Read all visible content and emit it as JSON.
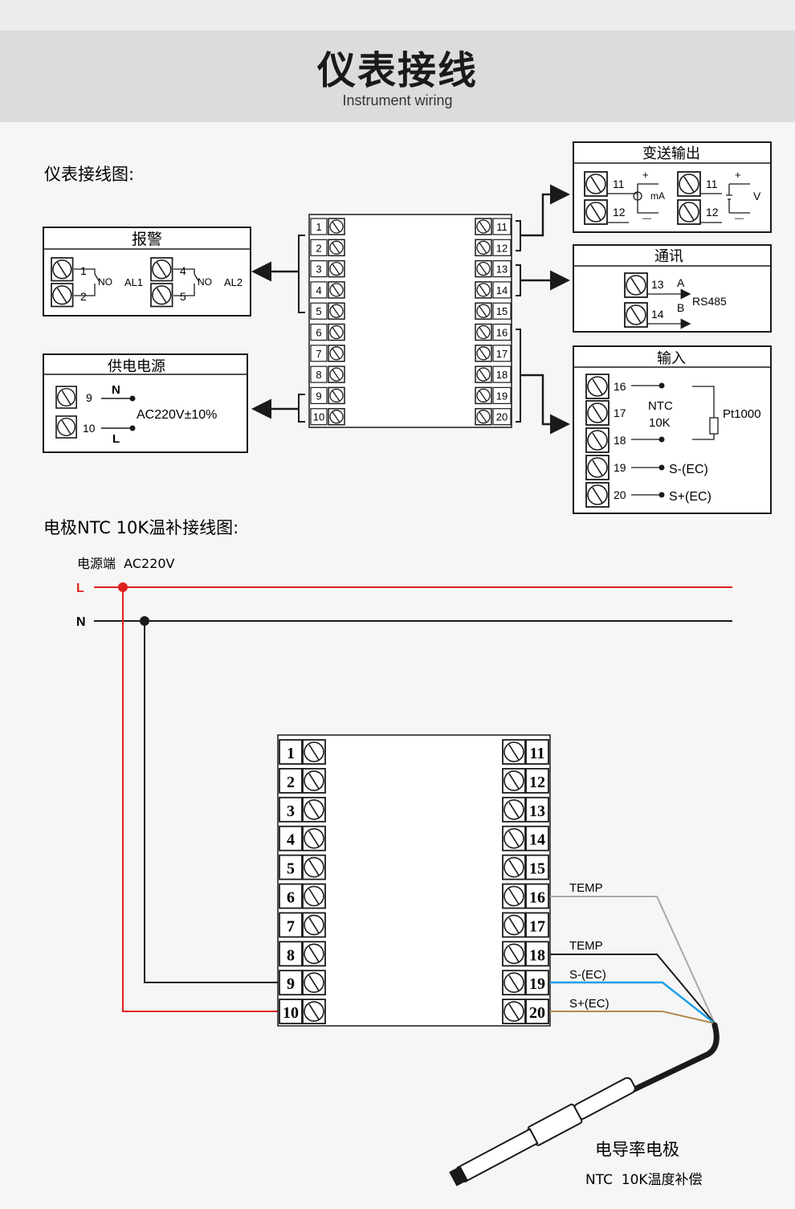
{
  "header": {
    "title": "仪表接线",
    "subtitle": "Instrument wiring"
  },
  "section1": {
    "heading": "仪表接线图:",
    "left_terminals": [
      "1",
      "2",
      "3",
      "4",
      "5",
      "6",
      "7",
      "8",
      "9",
      "10"
    ],
    "right_terminals": [
      "11",
      "12",
      "13",
      "14",
      "15",
      "16",
      "17",
      "18",
      "19",
      "20"
    ],
    "alarm": {
      "title": "报警",
      "t1": "1",
      "t2": "2",
      "t4": "4",
      "t5": "5",
      "no": "NO",
      "al1": "AL1",
      "al2": "AL2"
    },
    "power": {
      "title": "供电电源",
      "t9": "9",
      "t10": "10",
      "n": "N",
      "l": "L",
      "voltage": "AC220V±10%"
    },
    "transmit": {
      "title": "变送输出",
      "t11": "11",
      "t12": "12",
      "ma": "mA",
      "v": "V",
      "plus": "+",
      "minus": "—"
    },
    "comm": {
      "title": "通讯",
      "t13": "13",
      "t14": "14",
      "a": "A",
      "b": "B",
      "rs485": "RS485"
    },
    "input": {
      "title": "输入",
      "t16": "16",
      "t17": "17",
      "t18": "18",
      "t19": "19",
      "t20": "20",
      "ntc": "NTC",
      "ntc_val": "10K",
      "pt1000": "Pt1000",
      "s_minus": "S-(EC)",
      "s_plus": "S+(EC)"
    }
  },
  "section2": {
    "heading": "电极NTC 10K温补接线图:",
    "power_label": "电源端  AC220V",
    "line_l": "L",
    "line_n": "N",
    "wire_labels": [
      "TEMP",
      "TEMP",
      "S-(EC)",
      "S+(EC)"
    ],
    "probe_name": "电导率电极",
    "probe_desc": "NTC  10K温度补偿",
    "colors": {
      "red": "#e02020",
      "black": "#1a1a1a",
      "gray": "#a8a8a8",
      "blue": "#1ea0e6",
      "brown": "#b08a50"
    }
  }
}
